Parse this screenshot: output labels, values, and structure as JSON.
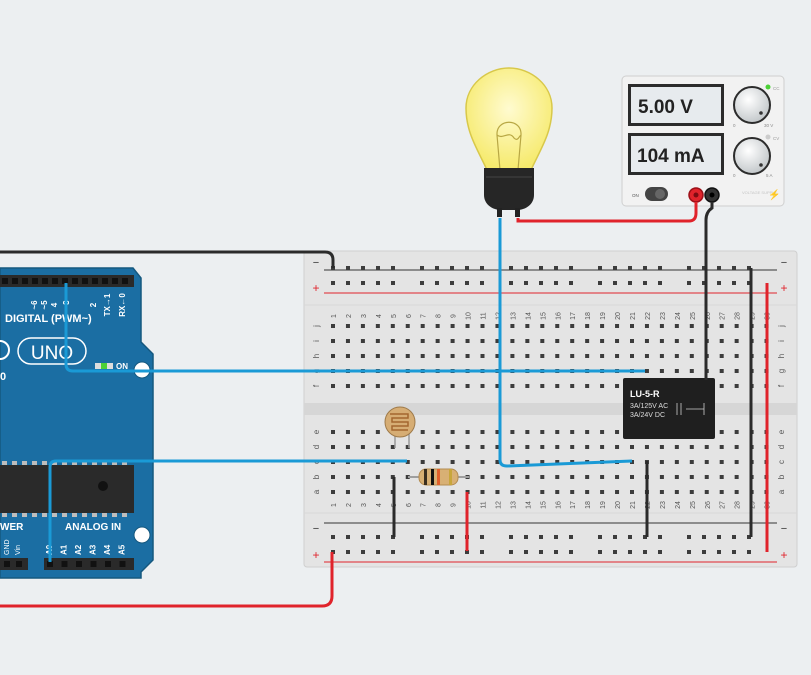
{
  "arduino": {
    "digital_header": "DIGITAL (PWM~)",
    "pin_labels": [
      "~6",
      "~5",
      "4",
      "~3",
      "2",
      "TX→1",
      "RX←0"
    ],
    "logo": "UNO",
    "on_label": "ON",
    "power_label": "WER",
    "power_pins": [
      "GND",
      "Vin"
    ],
    "analog_header": "ANALOG IN",
    "analog_pins": [
      "A0",
      "A1",
      "A2",
      "A3",
      "A4",
      "A5"
    ],
    "fragment": "0"
  },
  "power_supply": {
    "voltage_display": "5.00 V",
    "current_display": "104 mA",
    "on_label": "ON",
    "cc_label": "CC",
    "cv_label": "CV",
    "knob_v_min": "0",
    "knob_v_max": "30 V",
    "knob_a_min": "0",
    "knob_a_max": "5 A",
    "brand": "VOLTAGE SUPPLY"
  },
  "breadboard": {
    "rail_minus": "−",
    "rail_plus": "+",
    "row_labels_top": [
      "j",
      "i",
      "h",
      "g",
      "f"
    ],
    "row_labels_bottom": [
      "e",
      "d",
      "c",
      "b",
      "a"
    ],
    "column_count": 30
  },
  "relay": {
    "model": "LU-5-R",
    "rating_ac": "3A/125V AC",
    "rating_dc": "3A/24V DC"
  },
  "colors": {
    "background": "#eceff1",
    "wire_blue": "#1a9ad6",
    "wire_red": "#e0232b",
    "wire_black": "#2b2b2b",
    "arduino_blue": "#1b6ea3",
    "bulb_yellow": "#fbf28a"
  }
}
